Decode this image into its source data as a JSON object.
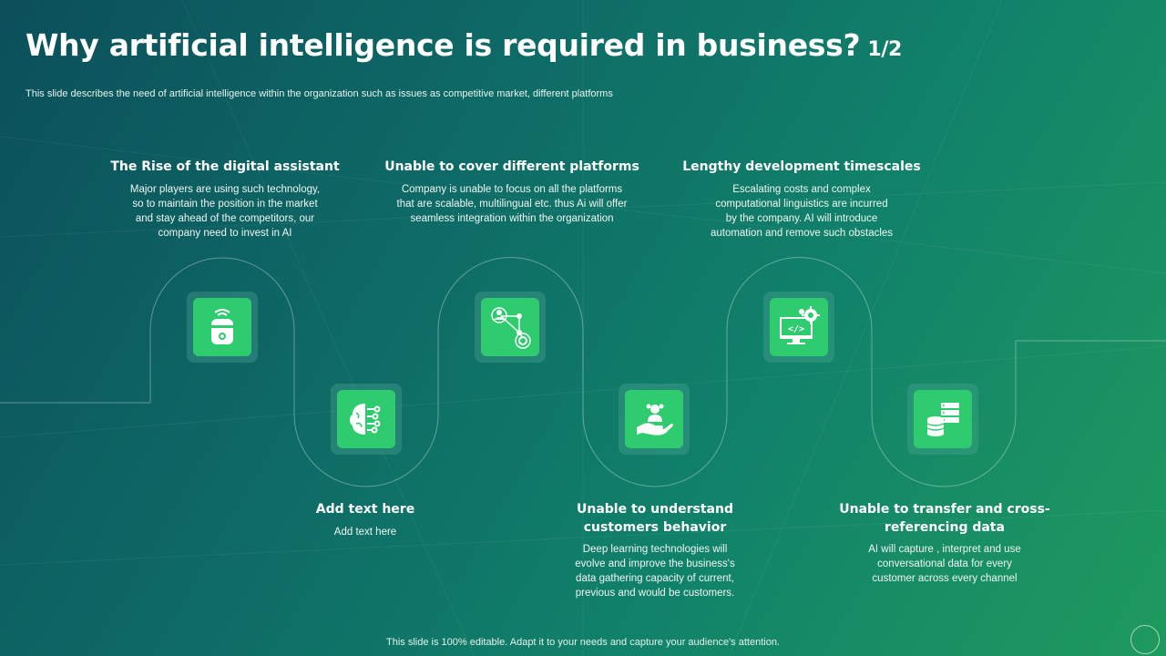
{
  "slide": {
    "title": "Why artificial intelligence is required in business?",
    "page_indicator": "1/2",
    "subtitle": "This slide describes the need of artificial intelligence within the organization such as issues as competitive market, different platforms",
    "footer": "This slide is 100% editable. Adapt it to your needs and capture your audience's attention."
  },
  "items": [
    {
      "heading": "The Rise of the digital assistant",
      "lines": [
        "Major players are using such technology,",
        "so to maintain the position in the market",
        "and stay ahead of the competitors, our",
        "company need to invest in AI"
      ],
      "icon": "smart-speaker-icon"
    },
    {
      "heading": "Add text here",
      "lines": [
        "Add text here"
      ],
      "icon": "ai-brain-icon"
    },
    {
      "heading": "Unable to cover different platforms",
      "lines": [
        "Company is unable to focus on all the platforms",
        "that are scalable, multilingual etc. thus Ai will offer",
        "seamless integration within the organization"
      ],
      "icon": "network-integration-icon"
    },
    {
      "heading_lines": [
        "Unable to understand",
        "customers behavior"
      ],
      "lines": [
        "Deep learning technologies will",
        "evolve and improve the business's",
        "data gathering capacity of current,",
        "previous and would be customers."
      ],
      "icon": "hand-customer-icon"
    },
    {
      "heading": "Lengthy development timescales",
      "lines": [
        "Escalating costs and complex",
        "computational linguistics are incurred",
        "by the company. AI will introduce",
        "automation and remove such obstacles"
      ],
      "icon": "code-development-icon"
    },
    {
      "heading_lines": [
        "Unable to transfer and cross-",
        "referencing data"
      ],
      "lines": [
        "AI will capture , interpret and use",
        "conversational data for every",
        "customer across every channel"
      ],
      "icon": "data-transfer-icon"
    }
  ],
  "colors": {
    "icon_fill": "#2fcb6f",
    "background_start": "#0b4f5a",
    "background_end": "#1f9a5e"
  }
}
